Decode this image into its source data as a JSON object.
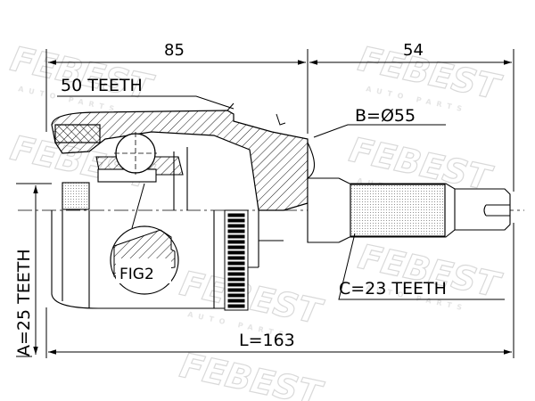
{
  "watermark": {
    "brand": "FEBEST",
    "sub": "AUTO PARTS"
  },
  "dimensions": {
    "joint_length": "85",
    "shaft_length": "54",
    "overall_length": "L=163"
  },
  "labels": {
    "outer_teeth": "50 TEETH",
    "outer_diameter": "B=Ø55",
    "inner_spline": "A=25 TEETH",
    "shaft_spline": "C=23 TEETH",
    "figure_ref": "FIG2"
  },
  "colors": {
    "line": "#000000",
    "watermark": "#d9d9d9"
  }
}
